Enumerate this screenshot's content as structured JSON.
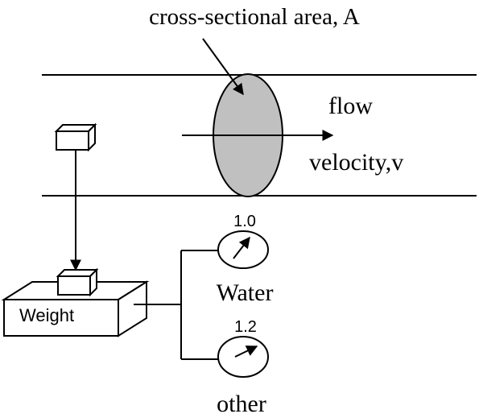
{
  "labels": {
    "area": "cross-sectional area, A",
    "flow": "flow",
    "velocity": "velocity,v",
    "weight": "Weight",
    "water": "Water",
    "other": "other"
  },
  "gauges": {
    "water_reading": "1.0",
    "other_reading": "1.2"
  },
  "colors": {
    "cross_section_fill": "#c0c0c0",
    "line": "#000000",
    "background": "#ffffff"
  }
}
